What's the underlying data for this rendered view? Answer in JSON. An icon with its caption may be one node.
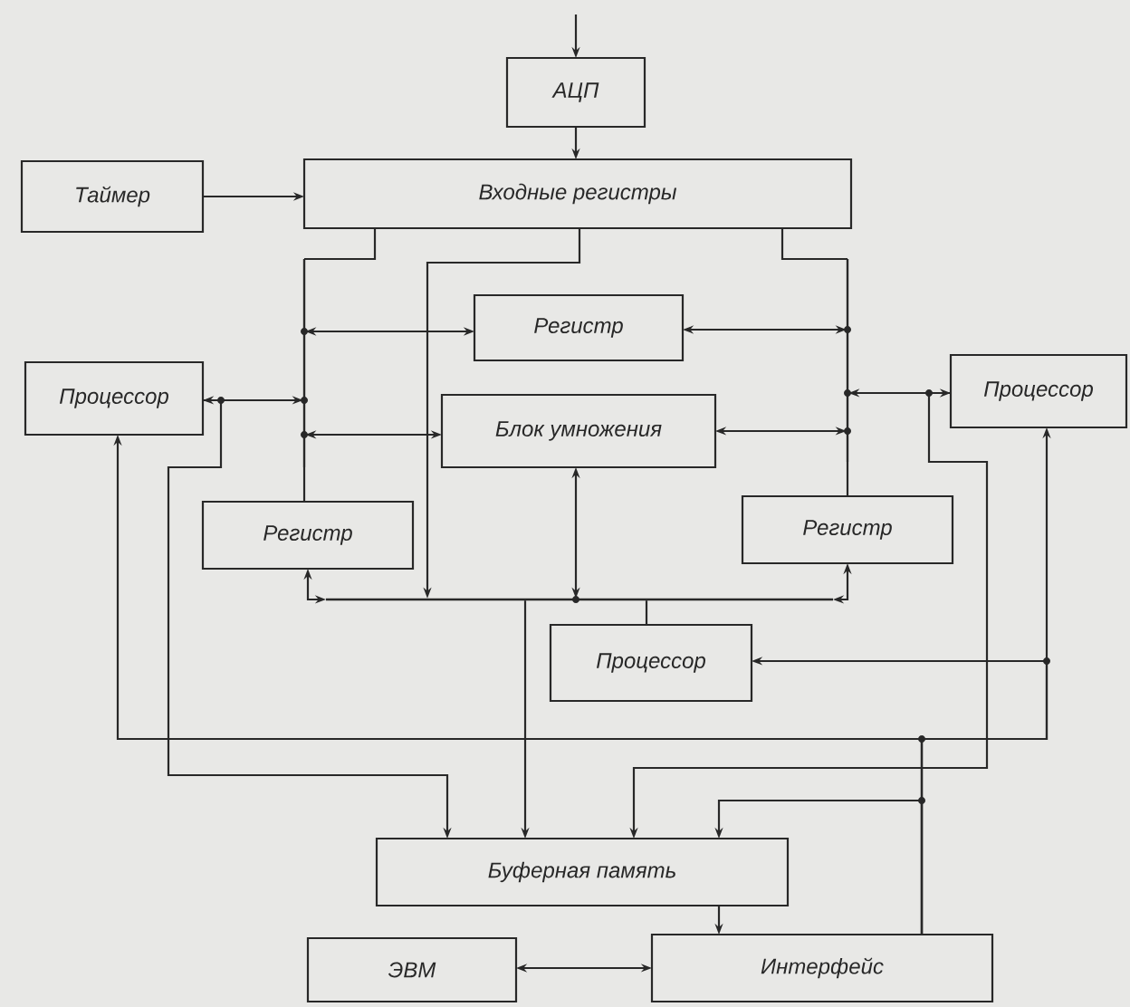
{
  "diagram": {
    "nodes": [
      {
        "text": [
          "АЦП"
        ]
      },
      {
        "text": [
          "Таймер"
        ]
      },
      {
        "text": [
          "Входные регистры"
        ]
      },
      {
        "text": [
          "Регистр"
        ]
      },
      {
        "text": [
          "Процессор"
        ]
      },
      {
        "text": [
          "Блок умножения"
        ]
      },
      {
        "text": [
          "Регистр"
        ]
      },
      {
        "text": [
          "Регистр"
        ]
      },
      {
        "text": [
          "Процессор"
        ]
      },
      {
        "text": [
          "Процессор"
        ]
      },
      {
        "text": [
          "Буферная память"
        ]
      },
      {
        "text": [
          "ЭВМ"
        ]
      },
      {
        "text": [
          "Интерфейс"
        ]
      },
      {
        "text": [],
        "shape": "bar"
      },
      {
        "text": [],
        "shape": "bar"
      },
      {
        "text": [],
        "shape": "bar"
      }
    ],
    "edges": [
      {
        "from": null,
        "to": 0,
        "arrow": "to"
      },
      {
        "from": 0,
        "to": 2,
        "arrow": "to"
      },
      {
        "from": 1,
        "to": 2,
        "arrow": "to"
      },
      {
        "from": 2,
        "to": 13,
        "arrow": "none"
      },
      {
        "from": 2,
        "to": 14,
        "arrow": "none"
      },
      {
        "from": 2,
        "to": 15,
        "arrow": "to"
      },
      {
        "from": 3,
        "to": 13,
        "arrow": "both"
      },
      {
        "from": 3,
        "to": 14,
        "arrow": "both"
      },
      {
        "from": 4,
        "to": 13,
        "arrow": "both"
      },
      {
        "from": 5,
        "to": 13,
        "arrow": "both"
      },
      {
        "from": 5,
        "to": 14,
        "arrow": "both"
      },
      {
        "from": 8,
        "to": 14,
        "arrow": "both"
      },
      {
        "from": 5,
        "to": 15,
        "arrow": "both"
      },
      {
        "from": 6,
        "to": 13,
        "arrow": "none"
      },
      {
        "from": 6,
        "to": 15,
        "arrow": "both"
      },
      {
        "from": 7,
        "to": 14,
        "arrow": "none"
      },
      {
        "from": 7,
        "to": 15,
        "arrow": "both"
      },
      {
        "from": 15,
        "to": 9,
        "arrow": "none"
      },
      {
        "from": 15,
        "to": 10,
        "arrow": "to"
      },
      {
        "from": 4,
        "to": 10,
        "arrow": "to"
      },
      {
        "from": 8,
        "to": 10,
        "arrow": "to"
      },
      {
        "from": 12,
        "to": 4,
        "arrow": "to"
      },
      {
        "from": 12,
        "to": 8,
        "arrow": "to"
      },
      {
        "from": 12,
        "to": 9,
        "arrow": "to"
      },
      {
        "from": 12,
        "to": 10,
        "arrow": "to"
      },
      {
        "from": 10,
        "to": 12,
        "arrow": "to"
      },
      {
        "from": 12,
        "to": 11,
        "arrow": "both"
      }
    ]
  }
}
